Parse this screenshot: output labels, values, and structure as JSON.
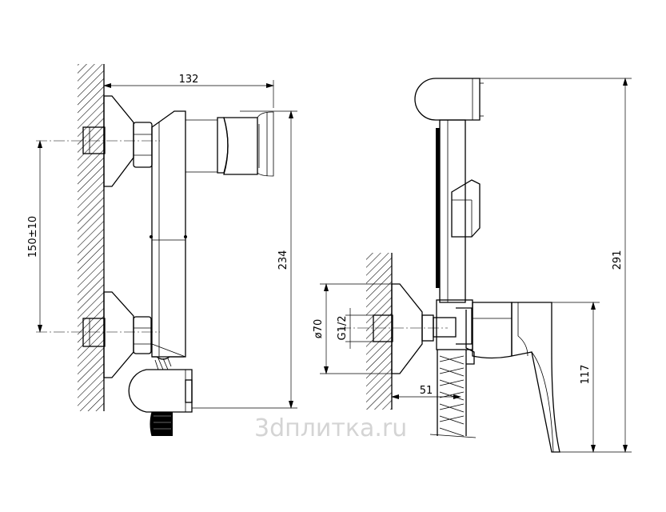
{
  "left_view": {
    "dim_width": "132",
    "dim_height": "234",
    "dim_spacing": "150±10"
  },
  "right_view": {
    "dim_diameter": "ø70",
    "dim_thread": "G1/2",
    "dim_offset": "51",
    "dim_height_total": "291",
    "dim_height_lever": "117"
  },
  "watermark": "3dплитка.ru"
}
